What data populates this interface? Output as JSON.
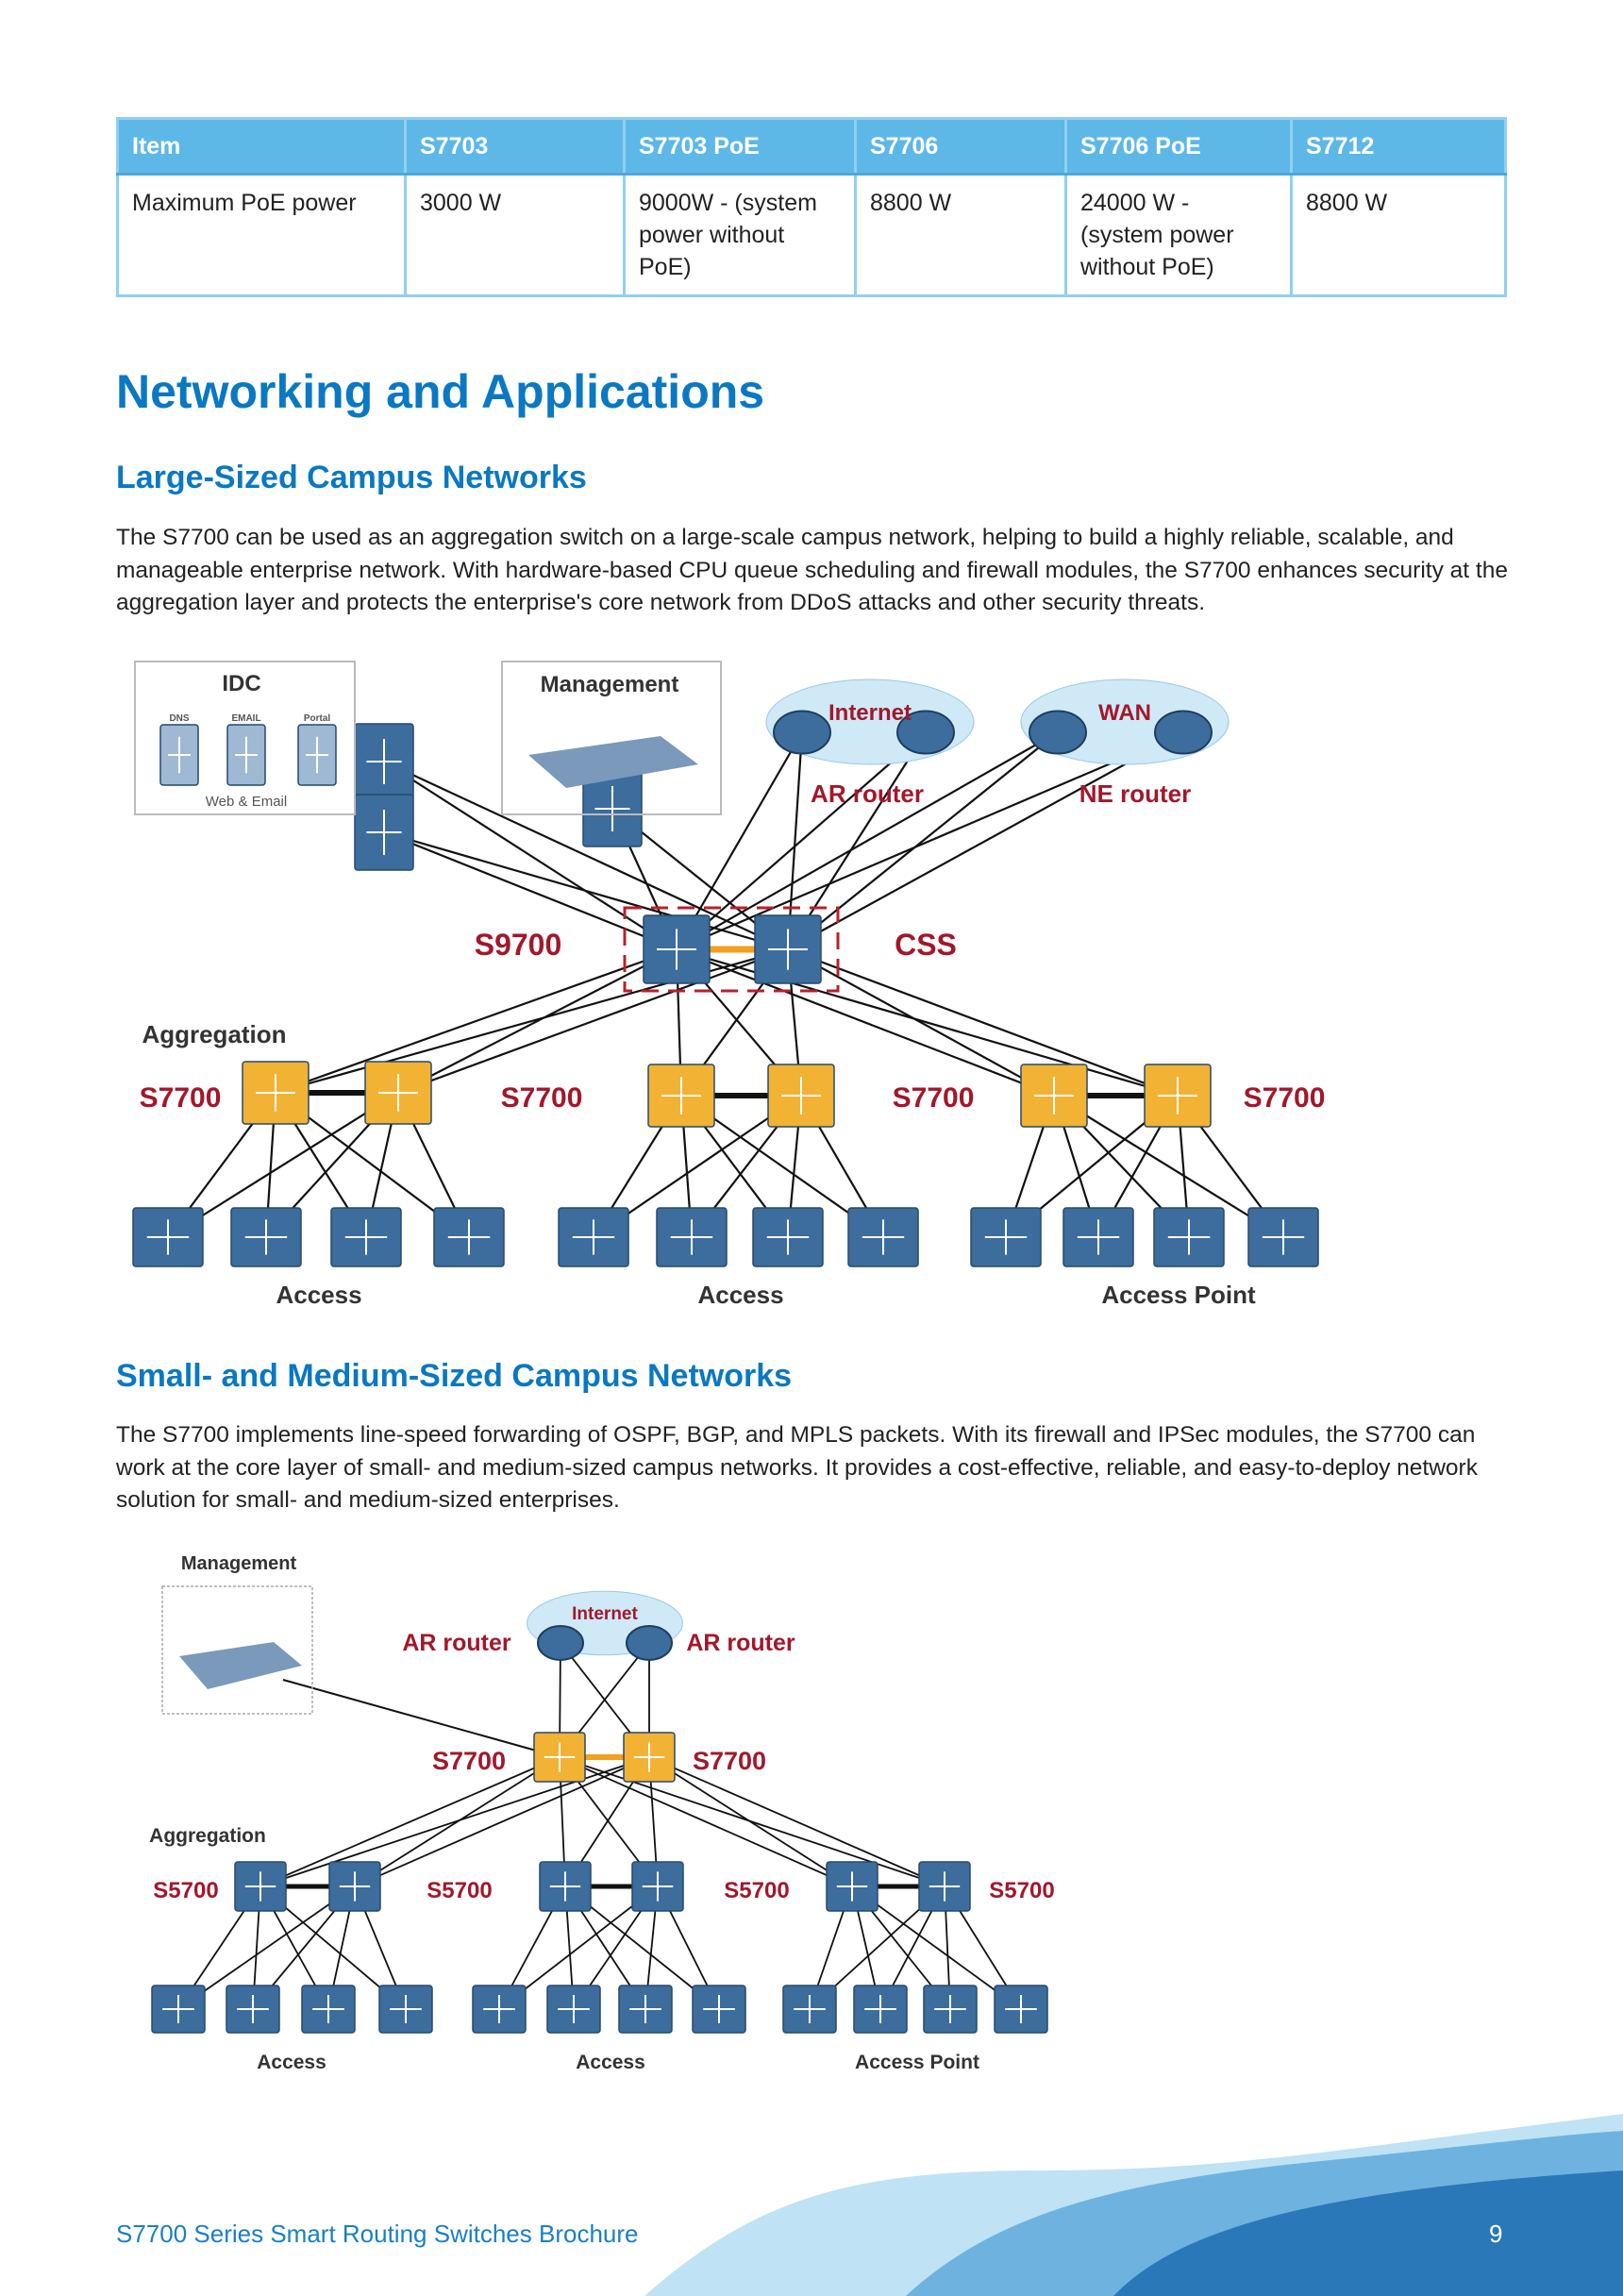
{
  "table": {
    "headers": [
      "Item",
      "S7703",
      "S7703 PoE",
      "S7706",
      "S7706 PoE",
      "S7712"
    ],
    "rows": [
      [
        "Maximum PoE power",
        "3000 W",
        "9000W - (system power without PoE)",
        "8800 W",
        "24000 W - (system power without PoE)",
        "8800 W"
      ]
    ]
  },
  "section_title": "Networking and Applications",
  "large": {
    "title": "Large-Sized Campus Networks",
    "body": "The S7700 can be used as an aggregation switch on a large-scale campus network, helping to build a highly reliable, scalable, and manageable enterprise network. With hardware-based CPU queue scheduling and firewall modules, the S7700 enhances security at the aggregation layer and protects the enterprise's core network from DDoS attacks and other security threats.",
    "diagram": {
      "idc": "IDC",
      "idc_servers": [
        "DNS",
        "EMAIL",
        "Portal"
      ],
      "web_email": "Web & Email",
      "management": "Management",
      "internet": "Internet",
      "wan": "WAN",
      "ar_router": "AR router",
      "ne_router": "NE router",
      "core": "S9700",
      "css": "CSS",
      "aggregation": "Aggregation",
      "agg": [
        "S7700",
        "S7700",
        "S7700",
        "S7700"
      ],
      "access": [
        "Access",
        "Access",
        "Access Point"
      ]
    }
  },
  "small": {
    "title": "Small- and Medium-Sized Campus Networks",
    "body": "The S7700 implements line-speed forwarding of OSPF, BGP, and MPLS packets. With its firewall and IPSec modules, the S7700 can work at the core layer of small- and medium-sized campus networks. It provides a cost-effective, reliable, and easy-to-deploy network solution for small- and medium-sized enterprises.",
    "diagram": {
      "management": "Management",
      "internet": "Internet",
      "ar_router": [
        "AR router",
        "AR router"
      ],
      "core": [
        "S7700",
        "S7700"
      ],
      "aggregation": "Aggregation",
      "agg": [
        "S5700",
        "S5700",
        "S5700",
        "S5700"
      ],
      "access": [
        "Access",
        "Access",
        "Access Point"
      ]
    }
  },
  "footer": {
    "title": "S7700 Series Smart Routing Switches Brochure",
    "page": "9"
  },
  "colors": {
    "heading": "#0a78c2",
    "table_header": "#5db8e8",
    "label_red": "#a3172b",
    "device_blue": "#3c6d9c",
    "device_orange": "#f2b233"
  }
}
